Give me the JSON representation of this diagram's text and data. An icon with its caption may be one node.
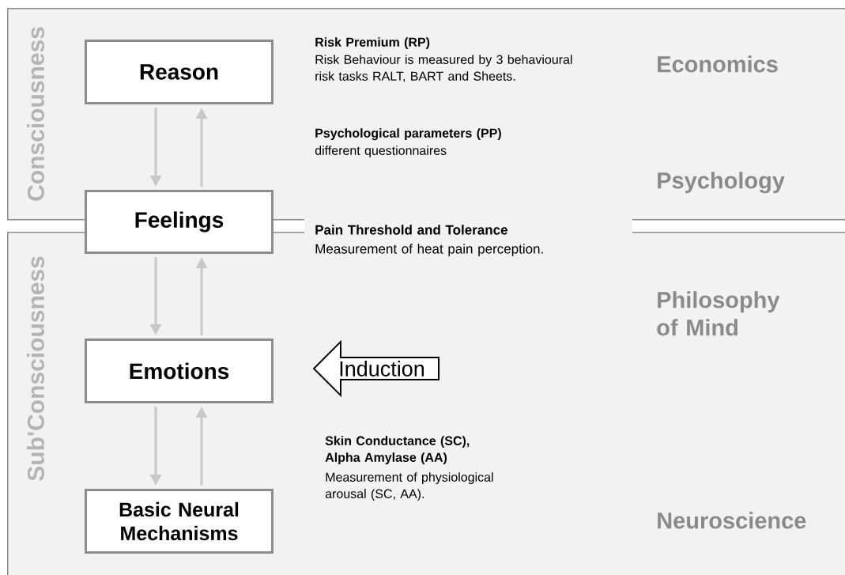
{
  "diagram": {
    "nodes": [
      {
        "text": [
          "Consciousness"
        ]
      },
      {
        "text": [
          "Sub'Consciousness"
        ]
      },
      {
        "text": [
          "Reason"
        ],
        "in": 0
      },
      {
        "text": [
          "Feelings"
        ]
      },
      {
        "text": [
          "Emotions"
        ],
        "in": 1
      },
      {
        "text": [
          "Basic Neural Mechanisms"
        ],
        "in": 1
      },
      {
        "text": [
          "Induction"
        ],
        "in": 1
      }
    ],
    "edges": [
      {
        "from": 2,
        "to": 3,
        "arrow": "to"
      },
      {
        "from": 3,
        "to": 2,
        "arrow": "to"
      },
      {
        "from": 3,
        "to": 4,
        "arrow": "to"
      },
      {
        "from": 4,
        "to": 3,
        "arrow": "to"
      },
      {
        "from": 4,
        "to": 5,
        "arrow": "to"
      },
      {
        "from": 5,
        "to": 4,
        "arrow": "to"
      }
    ],
    "labels": [
      "Risk Premium (RP)",
      "Risk Behaviour is measured by 3 behavioural risk tasks RALT, BART and Sheets.",
      "Economics",
      "Psychological parameters (PP)",
      "different questionnaires",
      "Psychology",
      "Pain Threshold and Tolerance",
      "Measurement of heat pain perception.",
      "Philosophy of Mind",
      "Skin Conductance (SC), Alpha Amylase (AA)",
      "Measurement of physiological arousal (SC, AA).",
      "Neuroscience"
    ]
  }
}
